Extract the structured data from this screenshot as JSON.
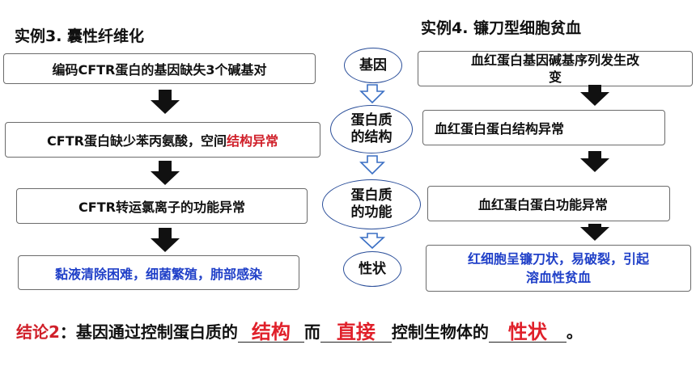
{
  "left": {
    "title": "实例3. 囊性纤维化",
    "box1": "编码CFTR蛋白的基因缺失3个碱基对",
    "box2_prefix": "CFTR蛋白缺少苯丙氨酸，空间",
    "box2_highlight": "结构异常",
    "box3": "CFTR转运氯离子的功能异常",
    "box4": "黏液清除困难，细菌繁殖，肺部感染"
  },
  "middle": {
    "gene": "基因",
    "protein_structure": "蛋白质的结构",
    "protein_function": "蛋白质的功能",
    "trait": "性状"
  },
  "right": {
    "title": "实例4. 镰刀型细胞贫血",
    "box1_line1": "血红蛋白基因碱基序列发生改",
    "box1_line2": "变",
    "box2": "血红蛋白蛋白结构异常",
    "box3": "血红蛋白蛋白功能异常",
    "box4_line1": "红细胞呈镰刀状，易破裂，引起",
    "box4_line2": "溶血性贫血"
  },
  "conclusion": {
    "label": "结论2",
    "text1": "：基因通过控制蛋白质的",
    "answer1": "结构",
    "text2": "而",
    "answer2": "直接",
    "text3": "控制生物体的",
    "answer3": "性状",
    "end": "。"
  },
  "colors": {
    "red": "#d0202a",
    "blue": "#2040c8",
    "ellipse_border": "#2b4f9a",
    "arrow": "#111111",
    "hollow_arrow": "#3a6fc4"
  }
}
